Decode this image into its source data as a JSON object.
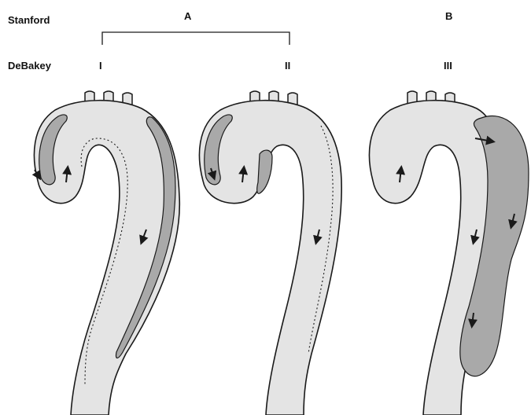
{
  "labels": {
    "stanford": "Stanford",
    "debakey": "DeBakey",
    "stanford_a": "A",
    "stanford_b": "B",
    "debakey_1": "I",
    "debakey_2": "II",
    "debakey_3": "III"
  },
  "colors": {
    "lumen": "#e4e4e4",
    "false_lumen": "#a9a9a9",
    "outline": "#1a1a1a",
    "background": "#ffffff"
  },
  "panels": [
    {
      "debakey": "I",
      "stanford": "A",
      "dissection": "ascending and descending aorta"
    },
    {
      "debakey": "II",
      "stanford": "A",
      "dissection": "ascending aorta only"
    },
    {
      "debakey": "III",
      "stanford": "B",
      "dissection": "descending aorta only"
    }
  ]
}
